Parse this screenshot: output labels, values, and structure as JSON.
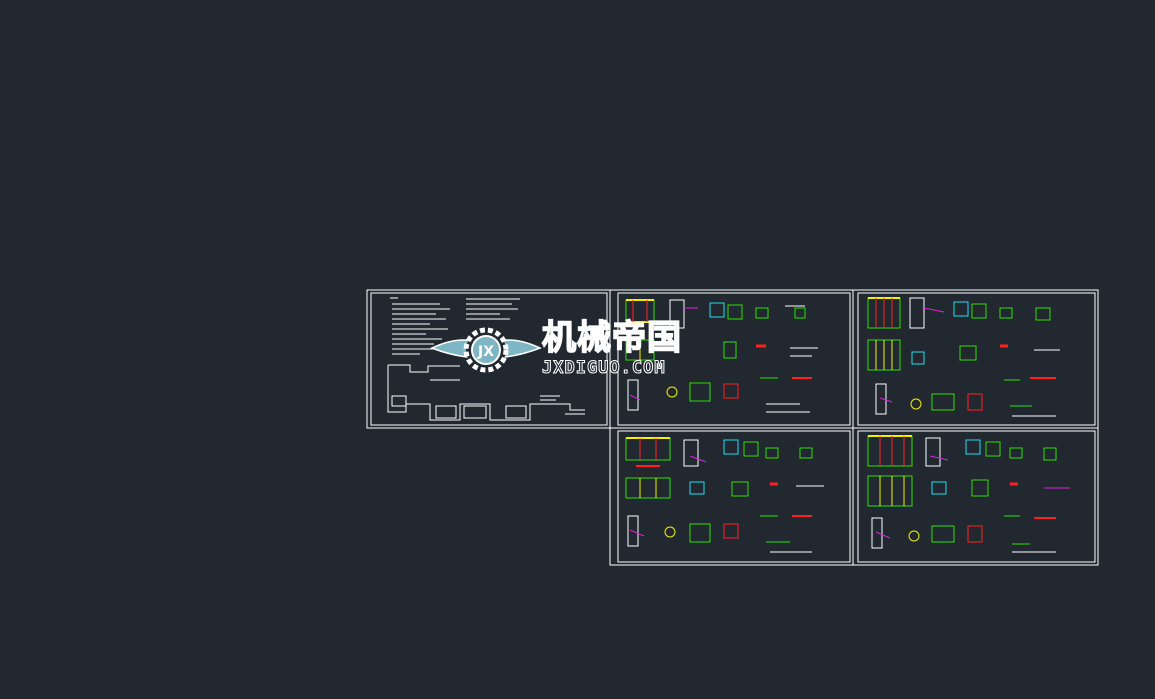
{
  "viewport": {
    "background": "#212830"
  },
  "sheets": [
    {
      "id": "sheet-notes",
      "kind": "notes-and-plan"
    },
    {
      "id": "sheet-details-1",
      "kind": "details"
    },
    {
      "id": "sheet-details-2",
      "kind": "details"
    },
    {
      "id": "sheet-details-3",
      "kind": "details"
    },
    {
      "id": "sheet-details-4",
      "kind": "details"
    }
  ],
  "colors": {
    "frame": "#ffffff",
    "green": "#2fe000",
    "yellow": "#f4f000",
    "cyan": "#20e0f0",
    "magenta": "#e020e0",
    "red": "#ff2020"
  },
  "watermark": {
    "title_cn": "机械帝国",
    "title_en": "JXDIGUO.COM",
    "badge": "JX",
    "icon": "winged-gear-icon"
  }
}
